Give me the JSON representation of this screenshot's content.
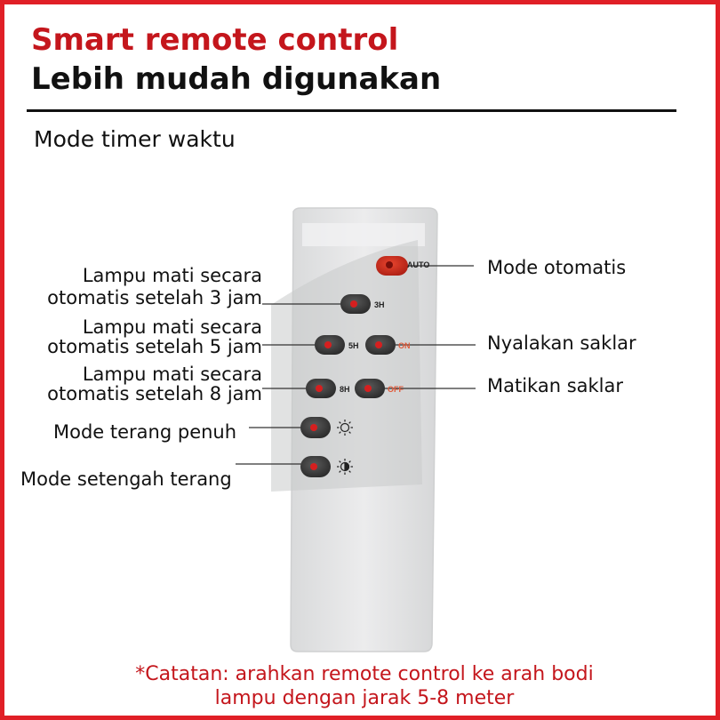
{
  "header": {
    "title": "Smart remote control",
    "subtitle": "Lebih mudah digunakan",
    "section": "Mode timer waktu"
  },
  "remote": {
    "buttons": {
      "auto": "AUTO",
      "h3": "3H",
      "h5": "5H",
      "on": "ON",
      "h8": "8H",
      "off": "OFF"
    },
    "icons": [
      "sun-full-icon",
      "sun-half-icon"
    ]
  },
  "labels": {
    "left": [
      "Lampu mati secara",
      "otomatis setelah 3 jam",
      "Lampu mati secara",
      "otomatis setelah 5 jam",
      "Lampu mati secara",
      "otomatis setelah 8 jam",
      "Mode terang penuh",
      "Mode setengah terang"
    ],
    "right": [
      "Mode otomatis",
      "Nyalakan saklar",
      "Matikan saklar"
    ]
  },
  "note": {
    "line1": "*Catatan: arahkan remote control ke arah bodi",
    "line2": "lampu dengan jarak 5-8 meter"
  },
  "colors": {
    "accent": "#e01f26",
    "button_dark": "#3b3b3b",
    "button_dot": "#d61f1f",
    "auto_button": "#cc2a1e",
    "remote_body": "#e4e5e6"
  }
}
